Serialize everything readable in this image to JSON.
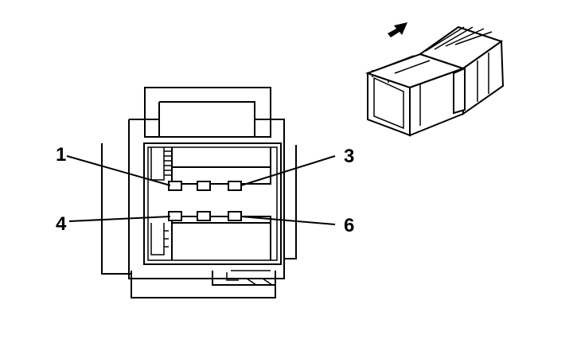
{
  "labels": {
    "pin_1": "1",
    "pin_3": "3",
    "pin_4": "4",
    "pin_6": "6"
  },
  "icons": {
    "direction_arrow": "arrow-up-right-icon"
  },
  "colors": {
    "line": "#000000",
    "background": "#ffffff"
  }
}
